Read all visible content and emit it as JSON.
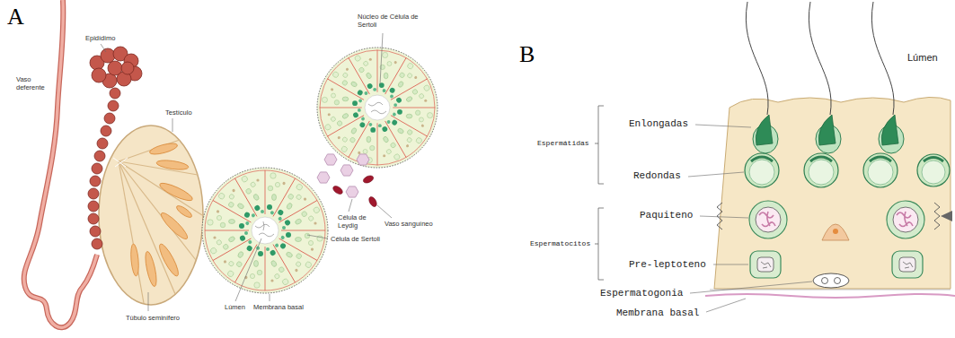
{
  "diagram": {
    "labels": [
      "A",
      "Vaso deferente",
      "Epidídimo",
      "Testículo",
      "Túbulo seminífero",
      "Núcleo de Célula de Sertoli",
      "Célula de Leydig",
      "Célula de Sertoli",
      "Vaso sanguíneo",
      "Lúmen",
      "Membrana basal",
      "B",
      "Lúmen",
      "Espermátidas",
      "Enlongadas",
      "Redondas",
      "Espermatocitos",
      "Paquiteno",
      "Pre-leptoteno",
      "Espermatogonia",
      "Membrana basal"
    ]
  }
}
